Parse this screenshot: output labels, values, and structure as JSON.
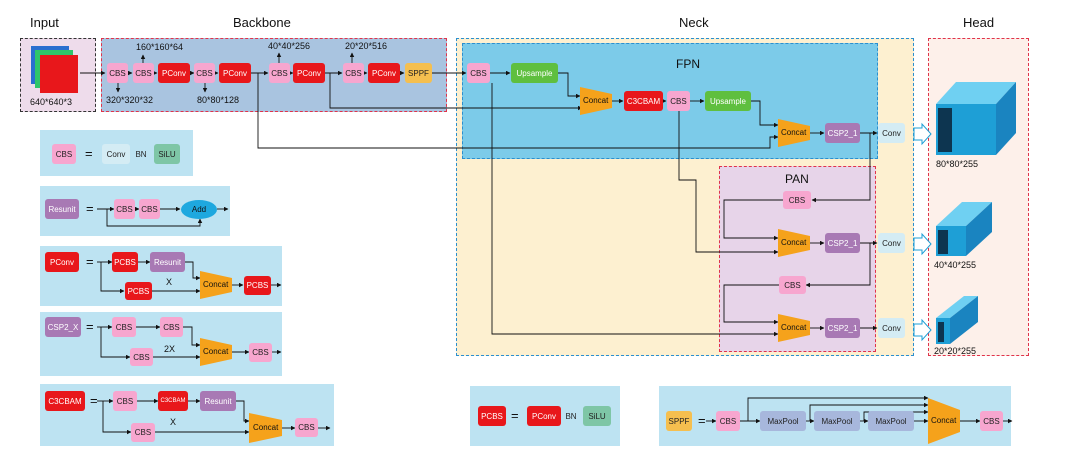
{
  "sections": {
    "input": "Input",
    "backbone": "Backbone",
    "neck": "Neck",
    "head": "Head",
    "fpn": "FPN",
    "pan": "PAN"
  },
  "input": {
    "size": "640*640*3"
  },
  "backbone_dims": {
    "d160": "160*160*64",
    "d320": "320*320*32",
    "d80": "80*80*128",
    "d40": "40*40*256",
    "d20": "20*20*516"
  },
  "labels": {
    "cbs": "CBS",
    "pconv": "PConv",
    "sppf": "SPPF",
    "upsample": "Upsample",
    "concat": "Concat",
    "c3cbam": "C3CBAM",
    "csp2_1": "CSP2_1",
    "csp2_x": "CSP2_X",
    "conv": "Conv",
    "bn": "BN",
    "silu": "SiLU",
    "resunit": "Resunit",
    "add": "Add",
    "pcbs": "PCBS",
    "maxpool": "MaxPool",
    "x": "X",
    "x2": "2X",
    "eq": "="
  },
  "head": {
    "out1": "80*80*255",
    "out2": "40*40*255",
    "out3": "20*20*255"
  },
  "colors": {
    "cbs": "#f7a6cf",
    "pconv": "#e8171b",
    "sppf": "#f5bf4f",
    "upsample": "#5fbf3f",
    "concat": "#f5a21b",
    "csp": "#a879b4",
    "conv": "#d4ecf4",
    "maxpool": "#a7b7dc",
    "silu": "#7ec6a6",
    "add": "#1ea8df",
    "panel_blue": "#bde3f2",
    "fpn_blue": "#7ccbe9",
    "neck_cream": "#fdf0d0",
    "pan_pink": "#e7d4e9",
    "cube": "#1e9fd6"
  }
}
